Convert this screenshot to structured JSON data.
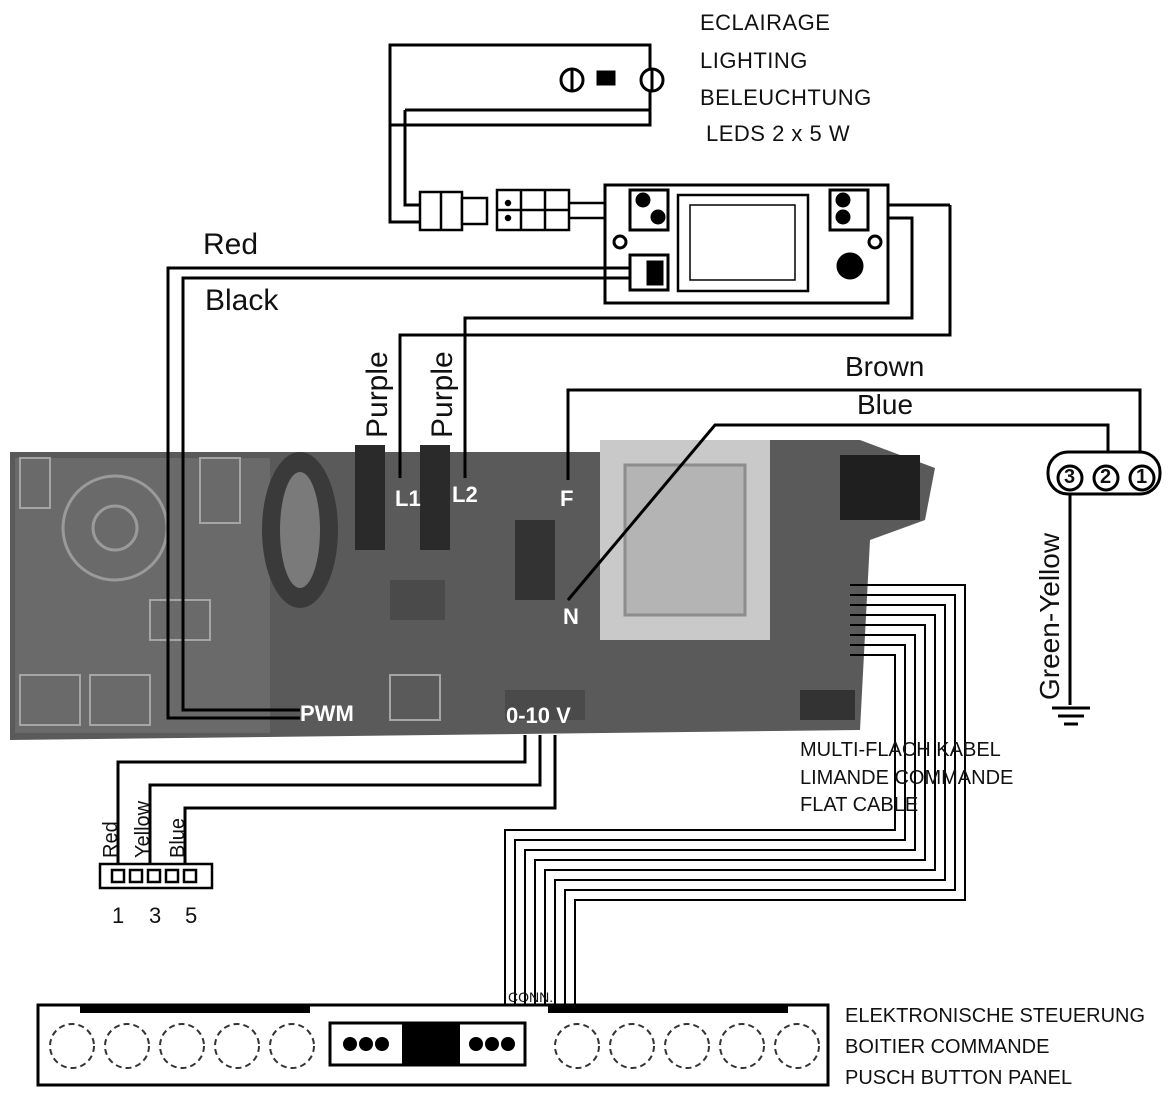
{
  "lighting": {
    "line1": "ECLAIRAGE",
    "line2": "LIGHTING",
    "line3": "BELEUCHTUNG",
    "line4": "LEDS 2 x 5 W"
  },
  "wires": {
    "red": "Red",
    "black": "Black",
    "purple_l1": "Purple",
    "purple_l2": "Purple",
    "brown": "Brown",
    "blue": "Blue",
    "green_yellow": "Green-Yellow"
  },
  "board": {
    "l1": "L1",
    "l2": "L2",
    "f": "F",
    "n": "N",
    "pwm": "PWM",
    "dim": "0-10 V"
  },
  "terminal_power": {
    "t3": "3",
    "t2": "2",
    "t1": "1"
  },
  "connector_small": {
    "red": "Red",
    "yellow": "Yellow",
    "blue": "Blue",
    "n1": "1",
    "n3": "3",
    "n5": "5"
  },
  "flat_cable": {
    "line1": "MULTI-FLACH KABEL",
    "line2": "LIMANDE COMMANDE",
    "line3": "FLAT CABLE"
  },
  "panel": {
    "conn": "CONN.",
    "line1": "ELEKTRONISCHE STEUERUNG",
    "line2": "BOITIER COMMANDE",
    "line3": "PUSCH BUTTON PANEL"
  }
}
